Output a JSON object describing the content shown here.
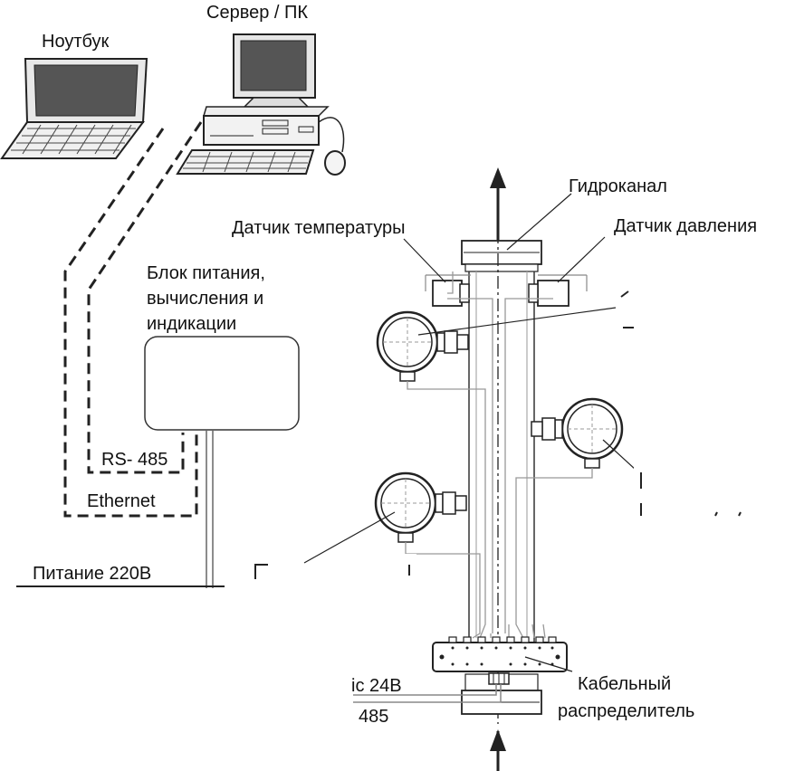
{
  "labels": {
    "laptop": "Ноутбук",
    "server": "Сервер / ПК",
    "hydrochannel": "Гидроканал",
    "temp_sensor": "Датчик температуры",
    "pressure_sensor": "Датчик давления",
    "power_unit_line1": "Блок питания,",
    "power_unit_line2": "вычисления и",
    "power_unit_line3": "индикации",
    "rs485": "RS- 485",
    "ethernet": "Ethernet",
    "power220": "Питание 220В",
    "cable_dist_line1": "Кабельный",
    "cable_dist_line2": "распределитель",
    "fragment_24v": "іс 24В",
    "fragment_485": "485"
  },
  "colors": {
    "line": "#222222",
    "wire": "#777777",
    "background": "#ffffff"
  }
}
